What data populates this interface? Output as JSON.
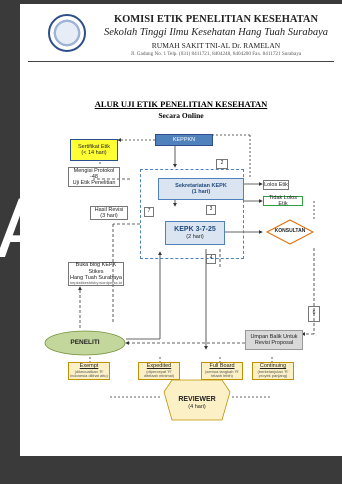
{
  "header": {
    "org": "KOMISI ETIK PENELITIAN KESEHATAN",
    "school": "Sekolah Tinggi Ilmu Kesehatan Hang Tuah Surabaya",
    "hospital": "RUMAH SAKIT TNI-AL Dr. RAMELAN",
    "address": "Jl. Gadung No. 1 Telp. (031) 8411721, 8404248, 8404200 Fax. 8411721 Surabaya"
  },
  "overlay_letter": "A",
  "title": "ALUR UJI ETIK PENELITIAN KESEHATAN",
  "subtitle": "Secara Online",
  "flow": {
    "keppkn": "KEPPKN",
    "sertifikat": {
      "line1": "Sertifikat Etik",
      "line2": "(< 14 hari)"
    },
    "sekretariat": {
      "line1": "Sekretariatan KEPK",
      "line2": "(1 hari)"
    },
    "kepk": {
      "line1": "KEPK 3-7-25",
      "line2": "(2 hari)"
    },
    "mengisi": {
      "line1": "Mengisi Protokol -48",
      "line2": "Uji Etik Penelitian"
    },
    "hasil_revisi": {
      "line1": "Hasil Revisi",
      "line2": "(3 hari)"
    },
    "buka_blog": {
      "line1": "Buka blog KEPK Stikes",
      "line2": "Hang Tuah Surabaya",
      "line3": "kepkstikeshtsby.wordpress.id"
    },
    "lolos": "Lolos Etik",
    "tidak_lolos": "Tidak Lolos Etik",
    "konsultan": "KONSULTAN",
    "peneliti": "PENELITI",
    "umpan_balik": {
      "line1": "Umpan Balik Untuk",
      "line2": "Revisi Proposal"
    },
    "reviewer": {
      "line1": "REVIEWER",
      "line2": "(4 hari)"
    },
    "exempt": {
      "label": "Exempt",
      "note": "(dikecualikan 'R' indonesia dilihat aitu)"
    },
    "expedited": {
      "label": "Expedited",
      "note": "(dipercepat 'R' ditelaah minimal)"
    },
    "full_board": {
      "label": "Full Board",
      "note": "(semua langkah 'R' telaah lebih)"
    },
    "continuing": {
      "label": "Continuing",
      "note": "(berkelanjutan 'R' proyek panjang)"
    },
    "steps": [
      "2",
      "3",
      "4",
      "6",
      "7"
    ]
  },
  "colors": {
    "sertifikat_fill": "#ffff33",
    "keppkn_fill": "#4f81bd",
    "kepk_fill": "#dbe5f1",
    "lolos_border": "#2e9e3e",
    "peneliti_fill": "#c3d69b",
    "reviewer_fill": "#fbf0c6",
    "umpan_fill": "#d9d9d9",
    "konsultan_border": "#e36c09"
  }
}
